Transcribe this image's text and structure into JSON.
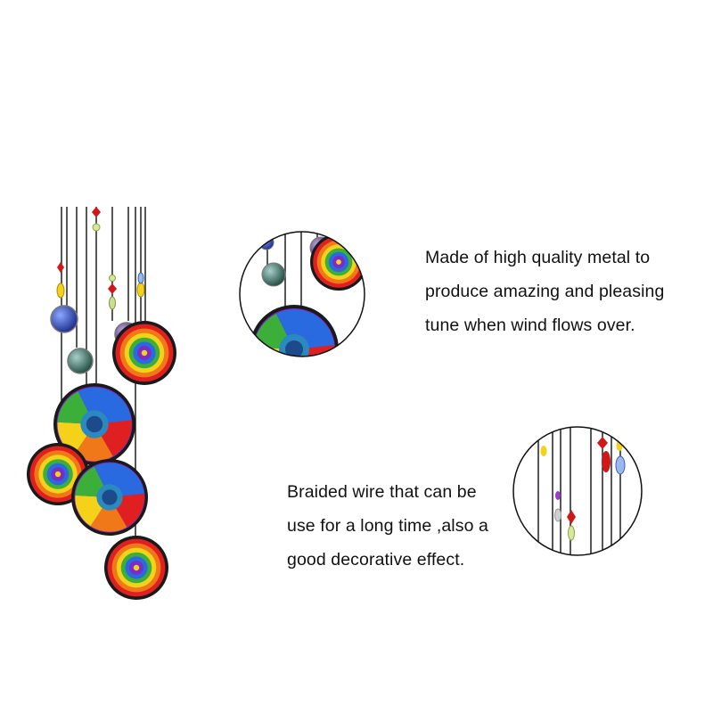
{
  "product": {
    "name": "rainbow mandala disc wind chime",
    "colors": {
      "disc_border": "#1a1a1a",
      "ring_red": "#e02020",
      "ring_orange": "#f07818",
      "ring_yellow": "#f4d21a",
      "ring_green": "#3cae3a",
      "ring_blue": "#2a6ae0",
      "ring_purple": "#7a2cc4",
      "cord": "#111111",
      "caption_text": "#111111"
    }
  },
  "captions": {
    "metal": {
      "lines": [
        "Made of high quality metal to",
        "produce amazing and pleasing",
        "tune when wind flows over."
      ]
    },
    "wire": {
      "lines": [
        "Braided wire that can be",
        "use for a long time ,also a",
        "good decorative effect."
      ]
    }
  },
  "callouts": [
    {
      "subject": "metal-detail",
      "shape": "circle"
    },
    {
      "subject": "wire-detail",
      "shape": "circle"
    }
  ]
}
